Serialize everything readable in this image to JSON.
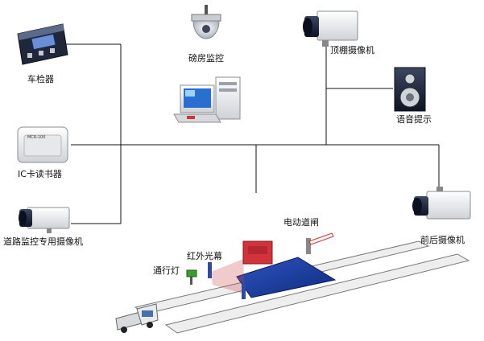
{
  "labels": {
    "vehicle_detector": "车检器",
    "ic_reader": "IC卡读书器",
    "road_camera": "道路监控专用摄像机",
    "dome": "磅房监控",
    "top_camera": "顶棚摄像机",
    "speaker": "语音提示",
    "front_back_camera": "前后摄像机",
    "barrier": "电动道闸",
    "infrared": "红外光幕",
    "traffic_light": "通行灯"
  },
  "reader_text": "MCR-100",
  "colors": {
    "line": "#111111",
    "scale_plate": "#1c3f9c",
    "barrier_box": "#d2323a",
    "lane": "#eeeeee",
    "light_green": "#3a9d2c",
    "infrared": "#cc4444",
    "camera_body": "#f2f2f2",
    "camera_lens": "#1e2a44"
  }
}
